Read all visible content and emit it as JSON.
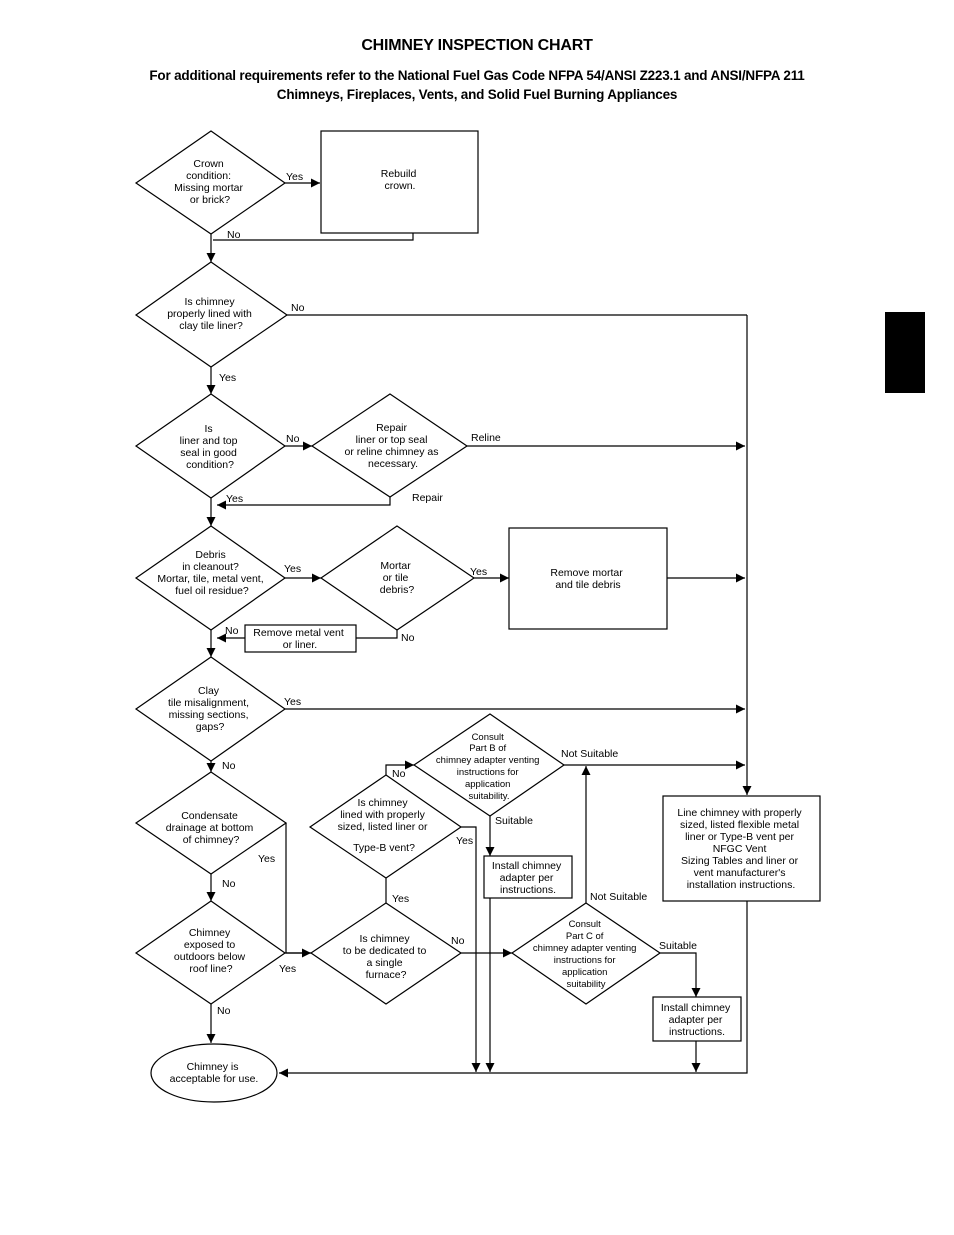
{
  "title": "CHIMNEY INSPECTION CHART",
  "subtitle_line1": "For additional requirements refer to the National Fuel Gas Code NFPA 54/ANSI Z223.1 and ANSI/NFPA 211",
  "subtitle_line2": "Chimneys, Fireplaces, Vents, and Solid Fuel Burning Appliances",
  "nodes": {
    "crown": [
      "Crown",
      "condition:",
      "Missing mortar",
      "or brick?"
    ],
    "rebuild": [
      "Rebuild",
      "crown."
    ],
    "lined": [
      "Is chimney",
      "properly lined with",
      "clay tile liner?"
    ],
    "liner_good": [
      "Is",
      "liner and top",
      "seal in good",
      "condition?"
    ],
    "repair": [
      "Repair",
      "liner or top seal",
      "or reline chimney as",
      "necessary."
    ],
    "debris": [
      "Debris",
      "in cleanout?",
      "Mortar, tile, metal vent,",
      "fuel oil residue?"
    ],
    "mortar": [
      "Mortar",
      "or tile",
      "debris?"
    ],
    "remove_mortar": [
      "Remove mortar",
      "and tile debris"
    ],
    "remove_metal": [
      "Remove metal vent",
      "or liner."
    ],
    "clay": [
      "Clay",
      "tile misalignment,",
      "missing sections,",
      "gaps?"
    ],
    "consult_b": [
      "Consult",
      "Part B of",
      "chimney adapter venting",
      "instructions for",
      "application",
      "suitability."
    ],
    "line_chimney": [
      "Line chimney with properly",
      "sized, listed flexible metal",
      "liner or Type-B vent per",
      "NFGC Vent",
      "Sizing Tables and liner or",
      "vent manufacturer's",
      "installation instructions."
    ],
    "condensate": [
      "Condensate",
      "drainage at bottom",
      "of chimney?"
    ],
    "is_lined_listed": [
      "Is chimney",
      "lined with properly",
      "sized, listed liner or",
      "Type-B vent?"
    ],
    "install_b": [
      "Install chimney",
      "adapter per",
      "instructions."
    ],
    "exposed": [
      "Chimney",
      "exposed to",
      "outdoors below",
      "roof line?"
    ],
    "dedicated": [
      "Is chimney",
      "to be dedicated to",
      "a single",
      "furnace?"
    ],
    "consult_c": [
      "Consult",
      "Part C of",
      "chimney adapter venting",
      "instructions for",
      "application",
      "suitability"
    ],
    "install_c": [
      "Install chimney",
      "adapter per",
      "instructions."
    ],
    "acceptable": [
      "Chimney is",
      "acceptable for use."
    ]
  },
  "labels": {
    "yes": "Yes",
    "no": "No",
    "reline": "Reline",
    "repair": "Repair",
    "suitable": "Suitable",
    "not_suitable": "Not Suitable"
  }
}
